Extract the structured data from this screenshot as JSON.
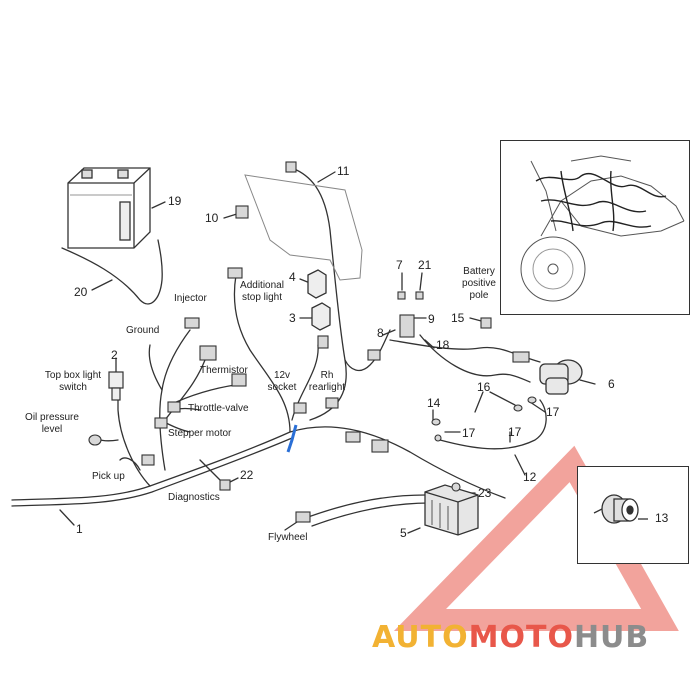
{
  "diagram": {
    "labels": {
      "top_box_light_switch": "Top box light\nswitch",
      "oil_pressure_level": "Oil pressure\nlevel",
      "pick_up": "Pick up",
      "diagnostics": "Diagnostics",
      "ground": "Ground",
      "injector": "Injector",
      "thermistor": "Thermistor",
      "throttle_valve": "Throttle-valve",
      "stepper_motor": "Stepper motor",
      "additional_stop_light": "Additional\nstop light",
      "socket_12v": "12v\nsocket",
      "rh_rearlight": "Rh\nrearlight",
      "battery_positive_pole": "Battery\npositive\npole",
      "flywheel": "Flywheel"
    },
    "callouts": {
      "n1": "1",
      "n2": "2",
      "n3": "3",
      "n4": "4",
      "n5": "5",
      "n6": "6",
      "n7": "7",
      "n8": "8",
      "n9": "9",
      "n10": "10",
      "n11": "11",
      "n12": "12",
      "n13": "13",
      "n14": "14",
      "n15": "15",
      "n16": "16",
      "n17a": "17",
      "n17b": "17",
      "n17c": "17",
      "n18": "18",
      "n19": "19",
      "n20": "20",
      "n21": "21",
      "n22": "22",
      "n23": "23"
    }
  },
  "watermark": {
    "part1": "AUTO",
    "part2": "MOTO",
    "part3": "HUB",
    "colors": {
      "auto": "#f2b233",
      "moto": "#e8574a",
      "hub": "#8c8c8c",
      "triangle": "#e8574a"
    }
  }
}
